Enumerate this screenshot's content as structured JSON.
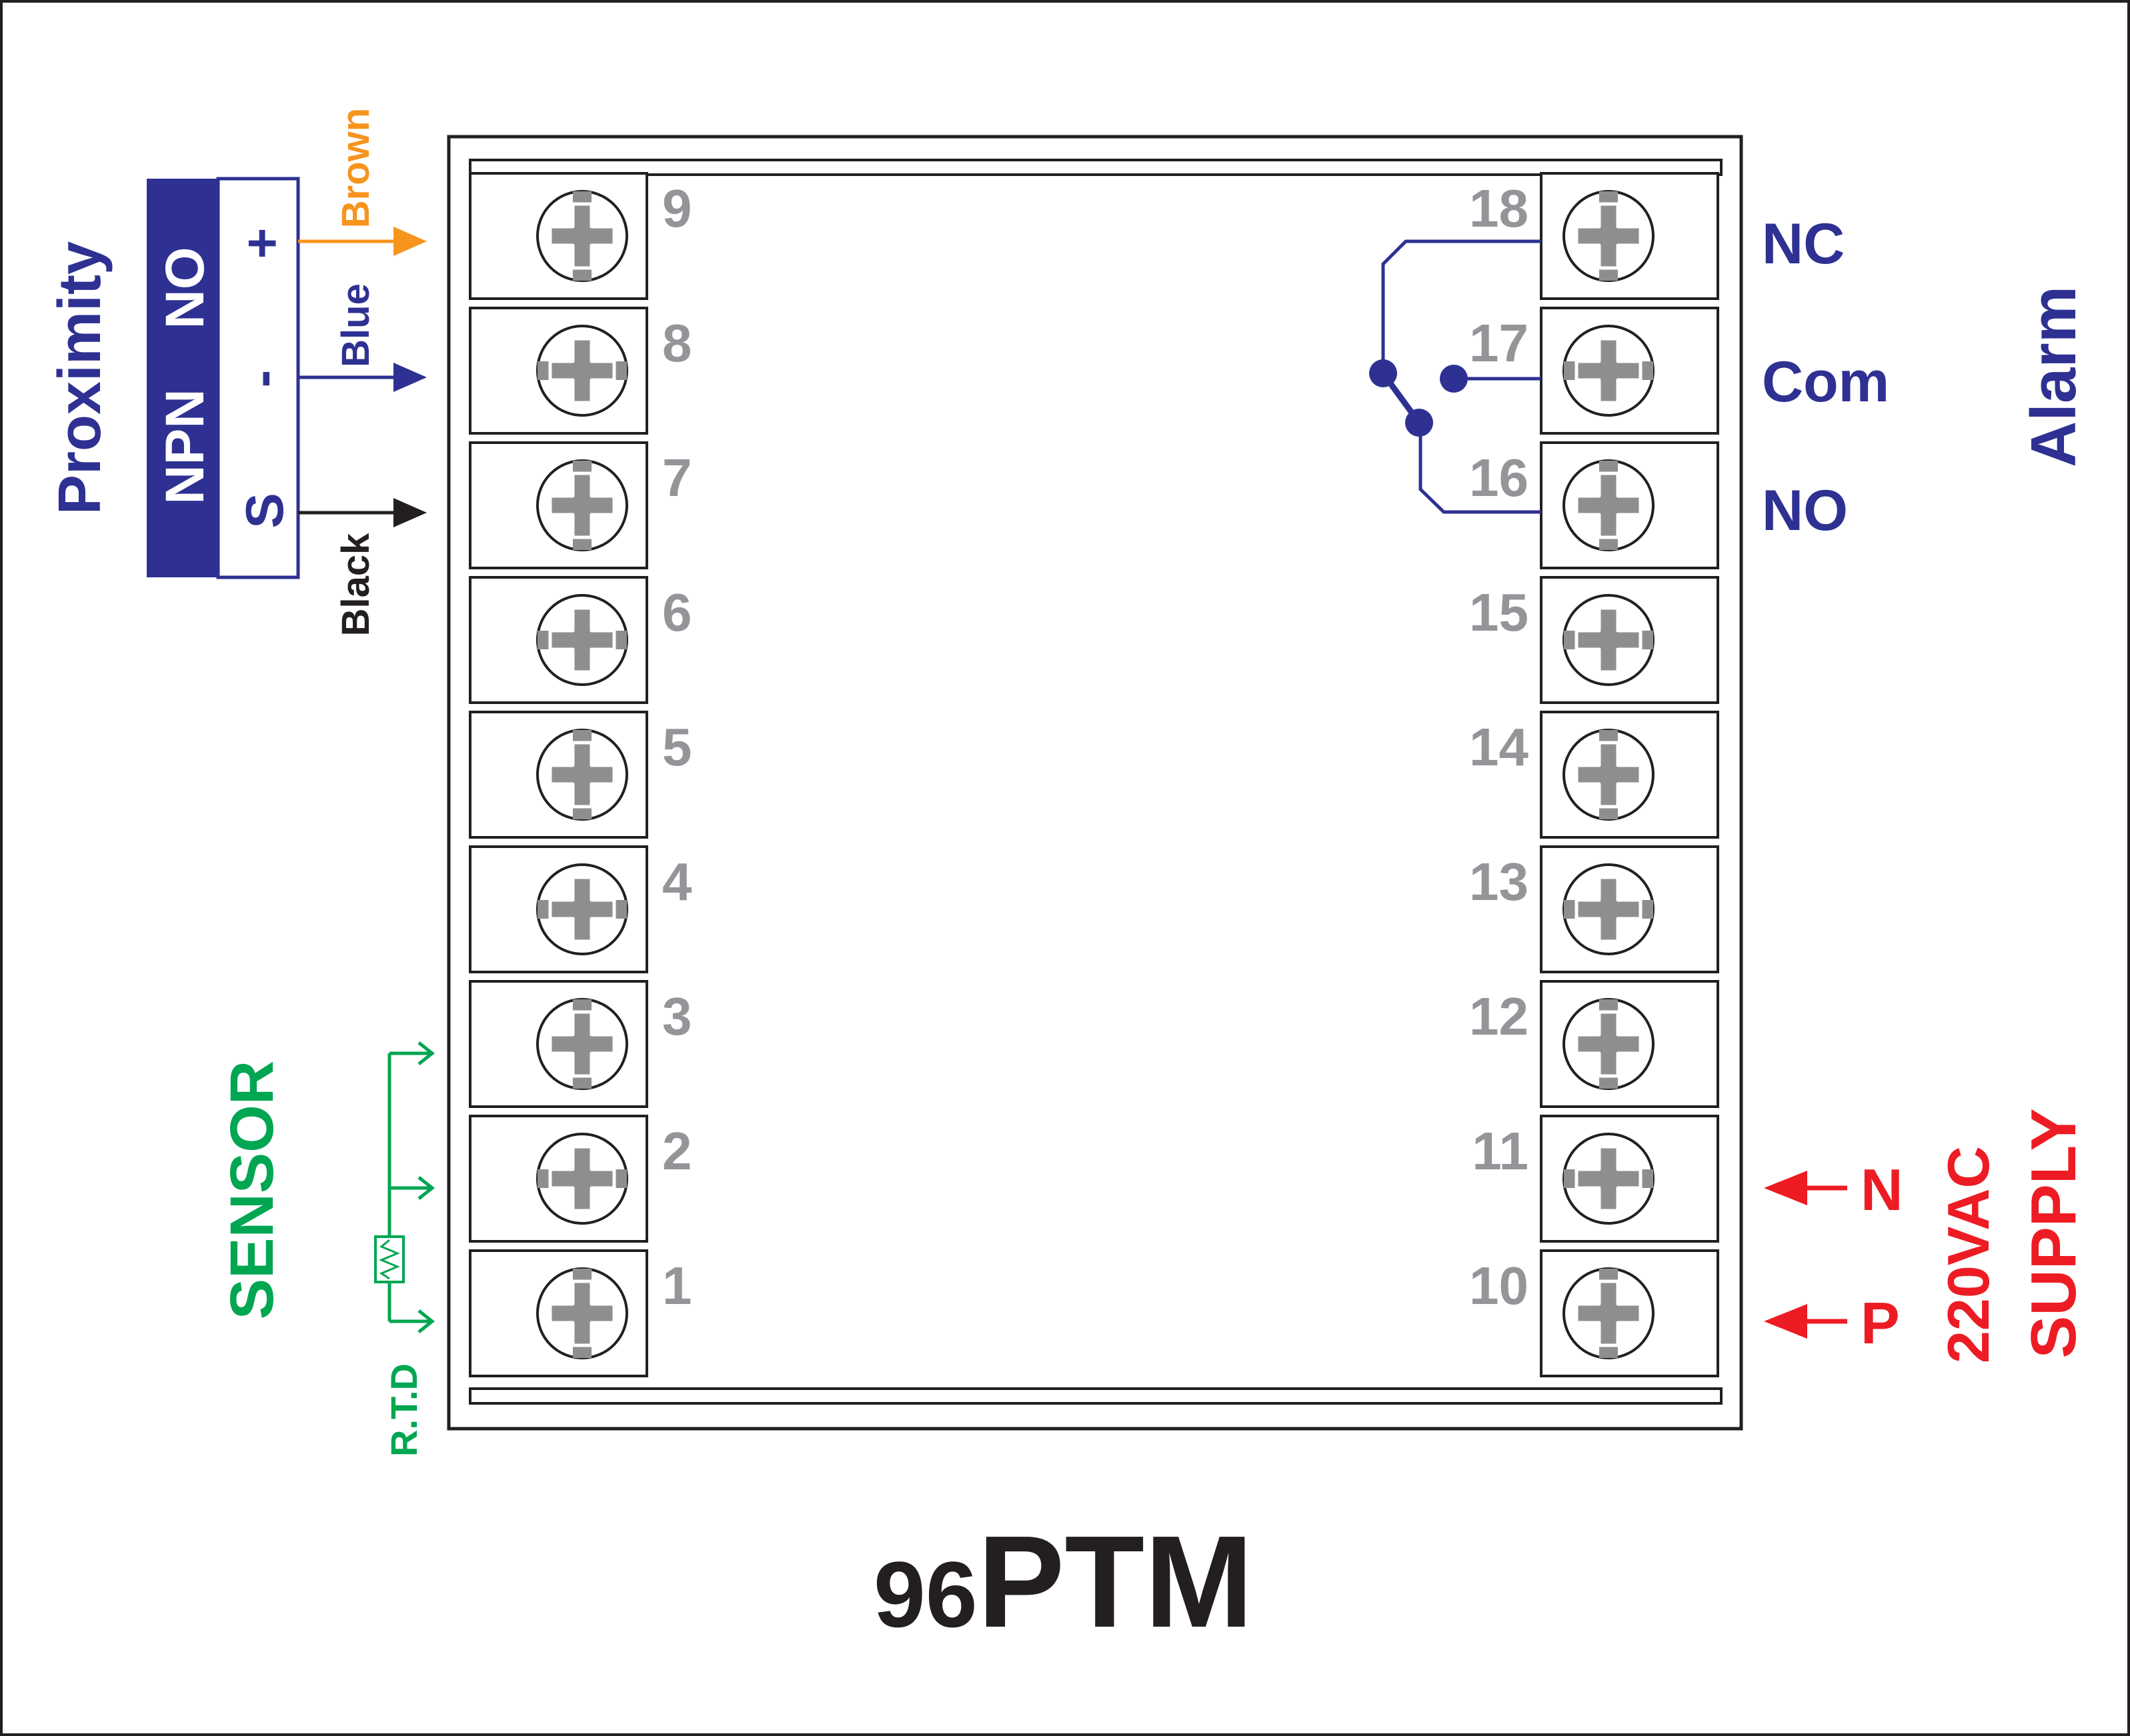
{
  "model": {
    "prefix": "96",
    "name": "PTM"
  },
  "terminals": {
    "left": [
      "9",
      "8",
      "7",
      "6",
      "5",
      "4",
      "3",
      "2",
      "1"
    ],
    "right": [
      "18",
      "17",
      "16",
      "15",
      "14",
      "13",
      "12",
      "11",
      "10"
    ]
  },
  "proximity": {
    "title": "Proximity",
    "type_npn": "NPN",
    "type_no": "NO",
    "pin_plus": "+",
    "pin_minus": "-",
    "pin_signal": "S",
    "wire_brown": "Brown",
    "wire_blue": "Blue",
    "wire_black": "Black"
  },
  "sensor": {
    "title": "SENSOR",
    "type": "R.T.D"
  },
  "alarm": {
    "title": "Alarm",
    "nc": "NC",
    "com": "Com",
    "no": "NO"
  },
  "supply": {
    "voltage": "220VAC",
    "title": "SUPPLY",
    "n": "N",
    "p": "P"
  },
  "colors": {
    "navy": "#2E3192",
    "orange": "#F7941D",
    "black": "#231F20",
    "green": "#00A651",
    "red": "#ED1C24",
    "gray": "#939598"
  }
}
